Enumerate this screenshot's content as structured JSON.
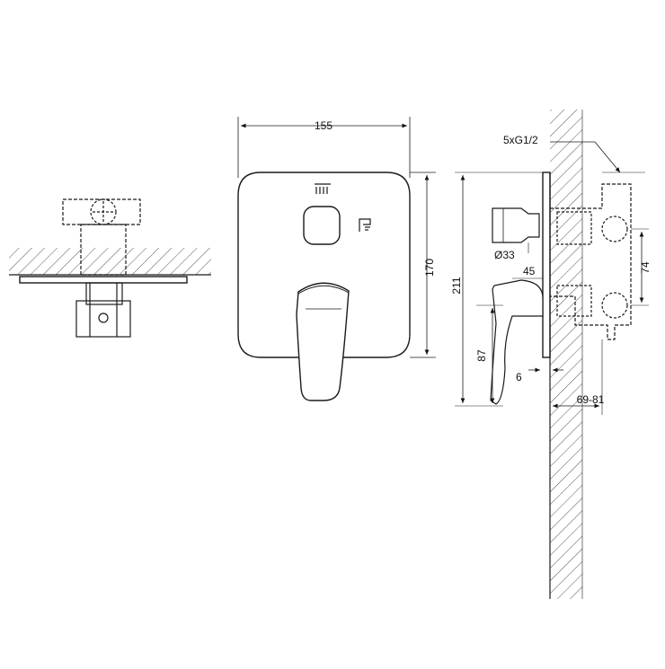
{
  "dimensions": {
    "width": "155",
    "height": "170",
    "total_height": "211",
    "lever_height": "87",
    "connection_spacing": "74",
    "depth_range": "69-81",
    "connections": "5xG1/2",
    "diverter_diameter": "Ø33",
    "lever_projection": "45",
    "plate_thickness": "6"
  },
  "icons": {
    "bath_icon": "bathtub-symbol-icon",
    "shower_icon": "shower-symbol-icon"
  },
  "colors": {
    "line": "#1a1a1a",
    "hatch": "#555555",
    "background": "#ffffff"
  }
}
